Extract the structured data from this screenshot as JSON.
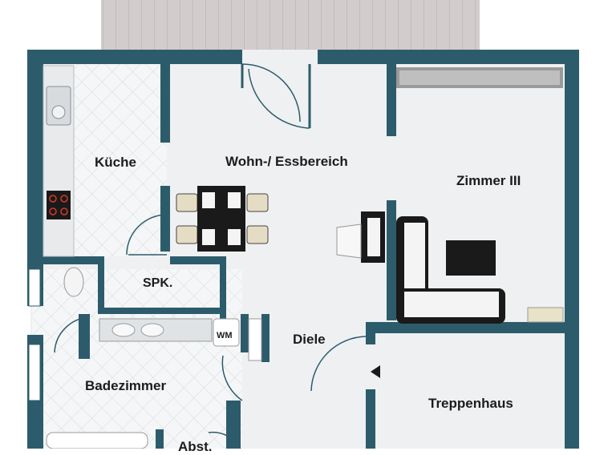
{
  "rooms": {
    "kueche": "Küche",
    "wohn": "Wohn-/ Essbereich",
    "zimmer": "Zimmer III",
    "spk": "SPK.",
    "diele": "Diele",
    "bad": "Badezimmer",
    "treppenhaus": "Treppenhaus",
    "abst": "Abst."
  },
  "fixtures": {
    "wm": "WM"
  },
  "colors": {
    "wall": "#2c5c6b",
    "floor": "#eef0f2",
    "tile": "#f4f5f6",
    "terrace": "#cfc9c9",
    "furniture_dark": "#1a1a1a"
  }
}
